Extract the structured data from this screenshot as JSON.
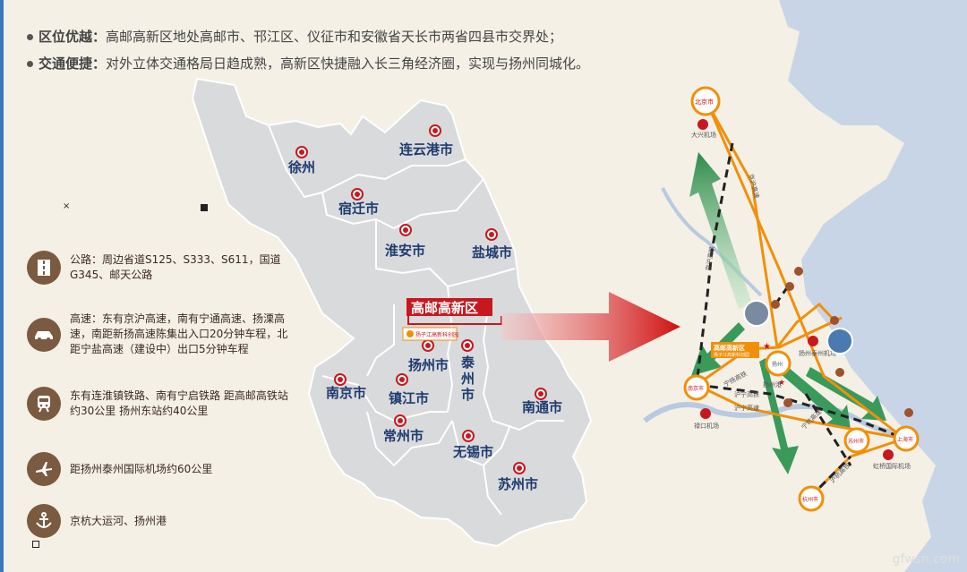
{
  "header": {
    "line1_title": "区位优越：",
    "line1_text": "高邮高新区地处高邮市、邗江区、仪征市和安徽省天长市两省四县市交界处；",
    "line2_title": "交通便捷：",
    "line2_text": "对外立体交通格局日趋成熟，高新区快捷融入长三角经济圈，实现与扬州同城化。"
  },
  "info": [
    {
      "icon": "road-icon",
      "text": "公路：周边省道S125、S333、S611，国道G345、邮天公路"
    },
    {
      "icon": "car-icon",
      "text": "高速：东有京沪高速，南有宁通高速、扬溧高速，南距新扬高速陈集出入口20分钟车程，北距宁盐高速（建设中）出口5分钟车程"
    },
    {
      "icon": "train-icon",
      "text": "东有连淮镇铁路、南有宁启铁路 距高邮高铁站约30公里 扬州东站约40公里"
    },
    {
      "icon": "plane-icon",
      "text": "距扬州泰州国际机场约60公里"
    },
    {
      "icon": "anchor-icon",
      "text": "京杭大运河、扬州港"
    }
  ],
  "province_map": {
    "cities": [
      "徐州",
      "连云港市",
      "宿迁市",
      "淮安市",
      "盐城市",
      "扬州市",
      "泰州市",
      "南京市",
      "镇江市",
      "常州市",
      "无锡市",
      "苏州市",
      "南通市"
    ],
    "highlight": "高邮高新区",
    "highlight_sub": "扬子江高新科创园"
  },
  "regional_map": {
    "labels": {
      "beijing": "北京市",
      "daxing": "大兴机场",
      "jinghu": "京沪高速",
      "jinghu_rail": "京沪高铁",
      "gaoyou_zone": "高邮高新区",
      "gaoyou_sub": "扬子江高新科创园",
      "yangzhou_port": "扬州港",
      "yangtai_airport": "扬州泰州机场",
      "nanjing": "南京市",
      "lukou": "禄口机场",
      "huning_gs": "沪宁高速",
      "huning_tie": "沪宁高铁",
      "shanghai": "上海市",
      "hongqiao": "虹桥国际机场",
      "suzhou": "苏州市",
      "hangzhou": "杭州市",
      "yangzhou": "扬州",
      "ninghang": "宁杭高速",
      "hangtie": "沪杭高铁",
      "ningyang": "宁扬高铁"
    }
  },
  "watermark": "gfwsn.com",
  "colors": {
    "accent": "#c8181e",
    "orange": "#f0900a",
    "green": "#3a9a5a",
    "province": "#d9dadc"
  }
}
